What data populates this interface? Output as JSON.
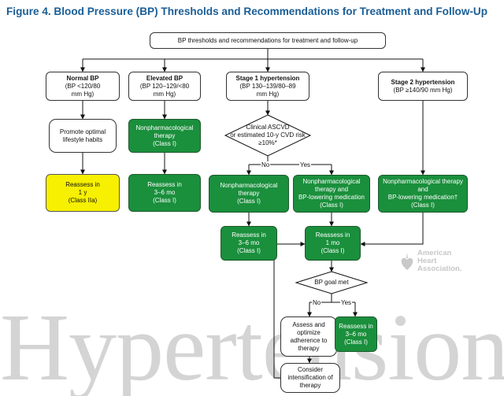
{
  "figure_title": "Figure 4. Blood Pressure (BP) Thresholds and Recommendations for Treatment and Follow-Up",
  "watermark": "Hypertension",
  "logo": {
    "line1": "American",
    "line2": "Heart",
    "line3": "Association."
  },
  "top_box": "BP thresholds and recommendations for treatment and follow-up",
  "categories": {
    "normal": {
      "title": "Normal BP",
      "line1": "(BP <120/80",
      "line2": "mm Hg)"
    },
    "elevated": {
      "title": "Elevated BP",
      "line1": "(BP 120–129/<80",
      "line2": "mm Hg)"
    },
    "stage1": {
      "title": "Stage 1 hypertension",
      "line1": "(BP 130–139/80–89",
      "line2": "mm Hg)"
    },
    "stage2": {
      "title": "Stage 2 hypertension",
      "line1": "(BP ≥140/90 mm Hg)"
    }
  },
  "normal_lifestyle": {
    "line1": "Promote optimal",
    "line2": "lifestyle habits"
  },
  "normal_reassess": {
    "line1": "Reassess in",
    "line2": "1 y",
    "line3": "(Class IIa)"
  },
  "elevated_therapy": {
    "line1": "Nonpharmacological",
    "line2": "therapy",
    "line3": "(Class I)"
  },
  "elevated_reassess": {
    "line1": "Reassess in",
    "line2": "3–6 mo",
    "line3": "(Class I)"
  },
  "decision_ascvd": {
    "line1": "Clinical ASCVD",
    "line2": "or estimated 10-y CVD risk",
    "line3": "≥10%*"
  },
  "label_no": "No",
  "label_yes": "Yes",
  "stage1_no_therapy": {
    "line1": "Nonpharmacological",
    "line2": "therapy",
    "line3": "(Class I)"
  },
  "stage1_no_reassess": {
    "line1": "Reassess in",
    "line2": "3–6 mo",
    "line3": "(Class I)"
  },
  "stage1_yes_therapy": {
    "line1": "Nonpharmacological",
    "line2": "therapy and",
    "line3": "BP-lowering medication",
    "line4": "(Class I)"
  },
  "stage1_yes_reassess": {
    "line1": "Reassess in",
    "line2": "1 mo",
    "line3": "(Class I)"
  },
  "stage2_therapy": {
    "line1": "Nonpharmacological therapy",
    "line2": "and",
    "line3": "BP-lowering medication†",
    "line4": "(Class I)"
  },
  "decision_goal": "BP goal met",
  "goal_no_action": {
    "line1": "Assess and",
    "line2": "optimize",
    "line3": "adherence to",
    "line4": "therapy"
  },
  "goal_yes_reassess": {
    "line1": "Reassess in",
    "line2": "3–6 mo",
    "line3": "(Class I)"
  },
  "intensify": {
    "line1": "Consider",
    "line2": "intensification of",
    "line3": "therapy"
  }
}
